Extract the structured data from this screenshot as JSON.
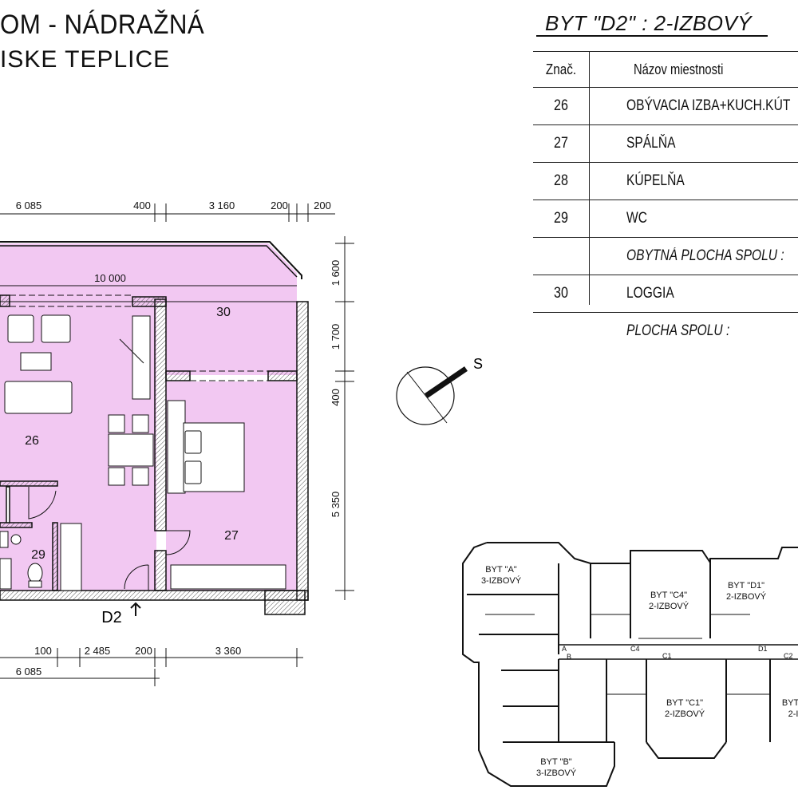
{
  "header": {
    "title_line1": "OM - NÁDRAŽNÁ",
    "title_line2": "ISKE TEPLICE"
  },
  "apartment": {
    "title": "BYT  \"D2\"  : 2-IZBOVÝ"
  },
  "room_table": {
    "col_code": "Znač.",
    "col_name": "Názov miestnosti",
    "rows": [
      {
        "code": "26",
        "name": "OBÝVACIA IZBA+KUCH.KÚT"
      },
      {
        "code": "27",
        "name": "SPÁLŇA"
      },
      {
        "code": "28",
        "name": "KÚPELŇA"
      },
      {
        "code": "29",
        "name": "WC"
      },
      {
        "code": "",
        "name": "OBYTNÁ PLOCHA SPOLU  :"
      },
      {
        "code": "30",
        "name": "LOGGIA"
      },
      {
        "code": "",
        "name": "PLOCHA SPOLU    :"
      }
    ]
  },
  "plan": {
    "rooms": {
      "r26": "26",
      "r27": "27",
      "r29": "29",
      "r30": "30"
    },
    "unit_label": "D2",
    "north_label": "S",
    "colors": {
      "room_fill": "#f2c8f2",
      "wall": "#111111"
    },
    "dims_top": [
      "6 085",
      "400",
      "3 160",
      "200",
      "200"
    ],
    "dim_inner": "10 000",
    "dims_right": [
      "1 600",
      "1 700",
      "400",
      "5 350"
    ],
    "dims_bottom": [
      "100",
      "2 485",
      "200",
      "3 360"
    ],
    "dim_bottom_total": "6 085"
  },
  "key_plan": {
    "units": [
      {
        "name": "BYT  \"A\"",
        "type": "3-IZBOVÝ"
      },
      {
        "name": "BYT  \"C4\"",
        "type": "2-IZBOVÝ"
      },
      {
        "name": "BYT  \"D1\"",
        "type": "2-IZBOVÝ"
      },
      {
        "name": "BYT  \"C1\"",
        "type": "2-IZBOVÝ"
      },
      {
        "name": "BYT  \"B\"",
        "type": "3-IZBOVÝ"
      },
      {
        "name": "BYT  \"",
        "type": "2-I"
      }
    ],
    "entries": [
      "A",
      "B",
      "C4",
      "C1",
      "D1",
      "C2"
    ]
  }
}
